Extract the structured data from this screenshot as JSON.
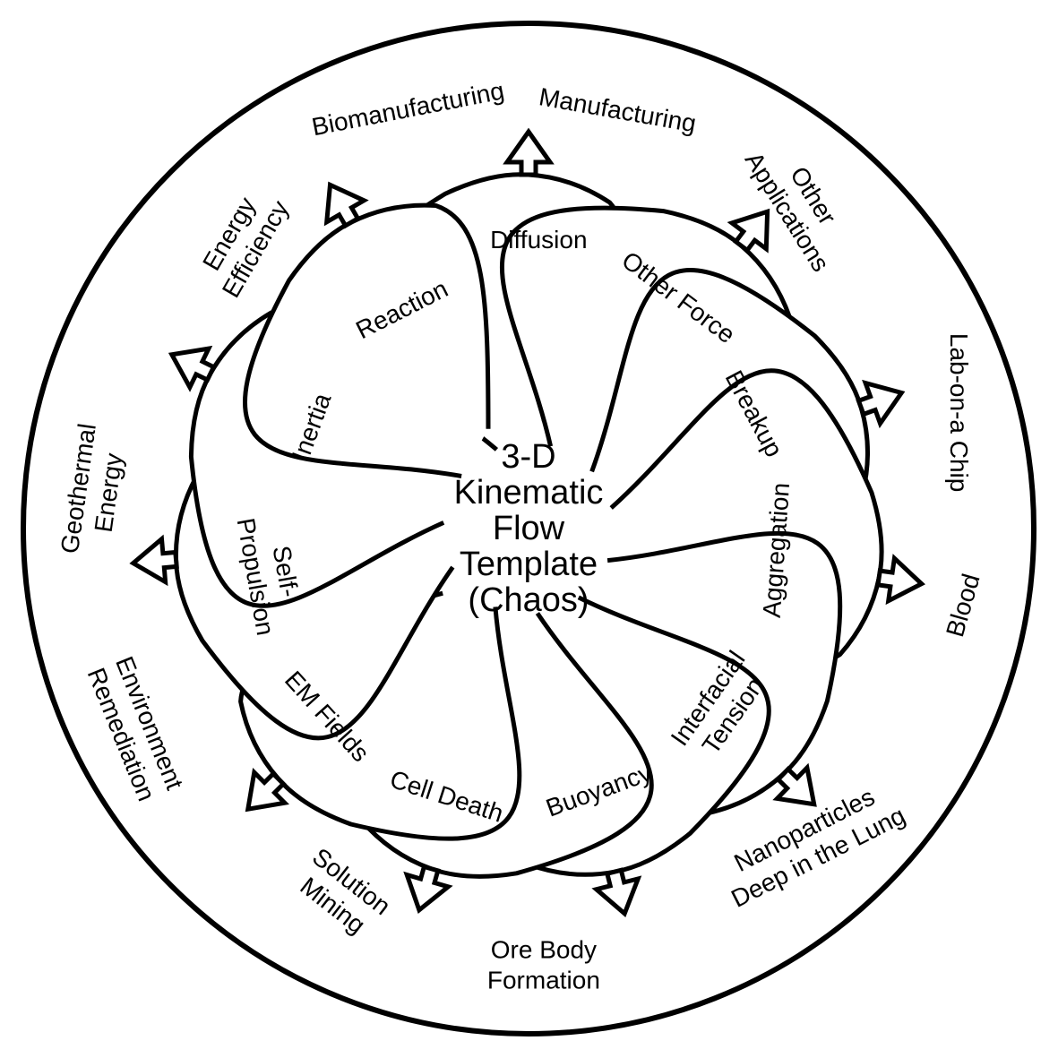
{
  "center_title": [
    "3-D",
    "Kinematic",
    "Flow",
    "Template",
    "(Chaos)"
  ],
  "mechanisms": [
    {
      "lines": [
        "Diffusion"
      ]
    },
    {
      "lines": [
        "Other Force"
      ]
    },
    {
      "lines": [
        "Breakup"
      ]
    },
    {
      "lines": [
        "Aggregation"
      ]
    },
    {
      "lines": [
        "Interfacial",
        "Tension"
      ]
    },
    {
      "lines": [
        "Buoyancy"
      ]
    },
    {
      "lines": [
        "Cell Death"
      ]
    },
    {
      "lines": [
        "EM Fields"
      ]
    },
    {
      "lines": [
        "Self-",
        "Propulsion"
      ]
    },
    {
      "lines": [
        "Inertia"
      ]
    },
    {
      "lines": [
        "Reaction"
      ]
    }
  ],
  "applications": [
    {
      "lines": [
        "Manufacturing"
      ]
    },
    {
      "lines": [
        "Other",
        "Applications"
      ]
    },
    {
      "lines": [
        "Lab-on-a Chip"
      ]
    },
    {
      "lines": [
        "Blood"
      ]
    },
    {
      "lines": [
        "Nanoparticles",
        "Deep in the Lung"
      ]
    },
    {
      "lines": [
        "Ore Body",
        "Formation"
      ]
    },
    {
      "lines": [
        "Solution",
        "Mining"
      ]
    },
    {
      "lines": [
        "Environment",
        "Remediation"
      ]
    },
    {
      "lines": [
        "Geothermal",
        "Energy"
      ]
    },
    {
      "lines": [
        "Energy",
        "Efficiency"
      ]
    },
    {
      "lines": [
        "Biomanufacturing"
      ]
    }
  ],
  "colors": {
    "stroke": "#000000",
    "fill": "#ffffff"
  }
}
